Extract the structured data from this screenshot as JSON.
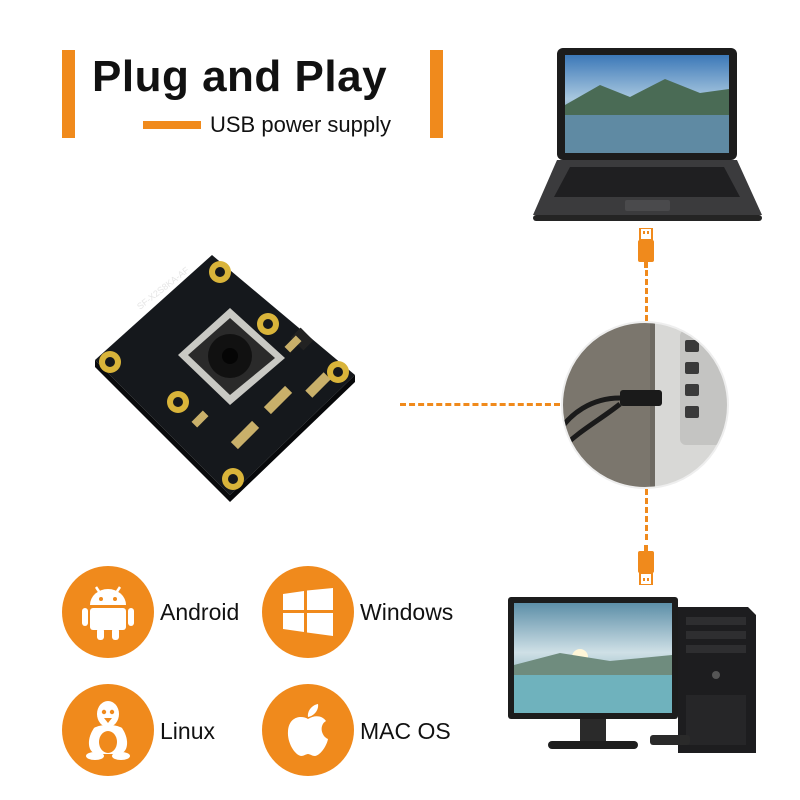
{
  "header": {
    "title_bold_1": "Plug",
    "title_mid": "and",
    "title_bold_2": "Play",
    "subtitle": "USB power supply"
  },
  "module": {
    "silkscreen": "SF-X2S8KA-AF"
  },
  "os_list": [
    {
      "label": "Android",
      "icon": "android-icon"
    },
    {
      "label": "Windows",
      "icon": "windows-icon"
    },
    {
      "label": "Linux",
      "icon": "linux-tux-icon"
    },
    {
      "label": "MAC OS",
      "icon": "apple-icon"
    }
  ],
  "colors": {
    "accent": "#f08a1c",
    "text": "#111111",
    "pcb": "#15181c",
    "pad_gold": "#d9b43a"
  }
}
